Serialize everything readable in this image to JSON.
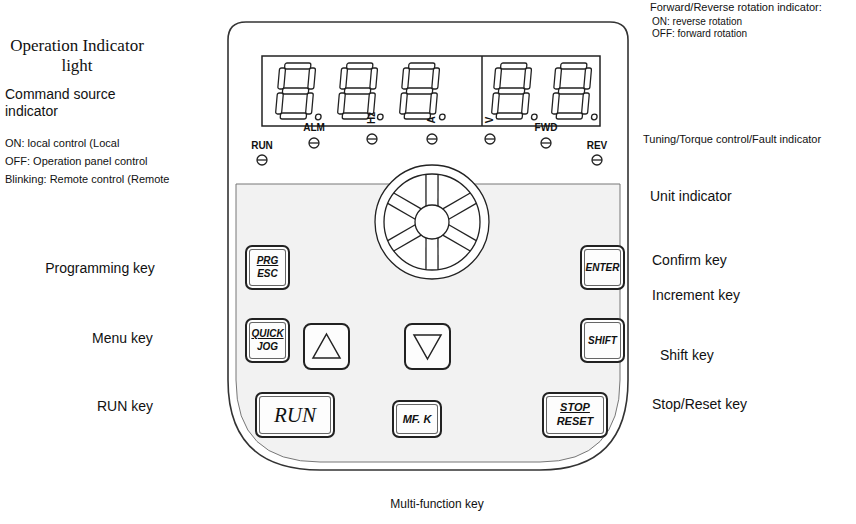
{
  "diagram": {
    "nodes": [
      {
        "text": [
          "PRG ESC"
        ]
      },
      {
        "text": [
          "ENTER"
        ]
      },
      {
        "text": [
          "QUICK JOG"
        ]
      },
      {
        "text": [
          "SHIFT"
        ]
      },
      {
        "text": [
          "RUN"
        ]
      },
      {
        "text": [
          "MF. K"
        ]
      },
      {
        "text": [
          "STOP RESET"
        ]
      }
    ],
    "labels": [
      "Operation Indicator light",
      "Command source indicator",
      "ON: local control (Local",
      "OFF: Operation panel control",
      "Blinking: Remote control (Remote",
      "Programming key",
      "Menu key",
      "RUN key",
      "Forward/Reverse rotation indicator:",
      "ON: reverse rotation",
      "OFF: forward rotation",
      "Tuning/Torque control/Fault indicator",
      "Unit indicator",
      "Confirm key",
      "Increment key",
      "Shift key",
      "Stop/Reset key",
      "Multi-function key",
      "RUN",
      "ALM",
      "Hz",
      "A",
      "V",
      "FWD",
      "REV"
    ]
  }
}
